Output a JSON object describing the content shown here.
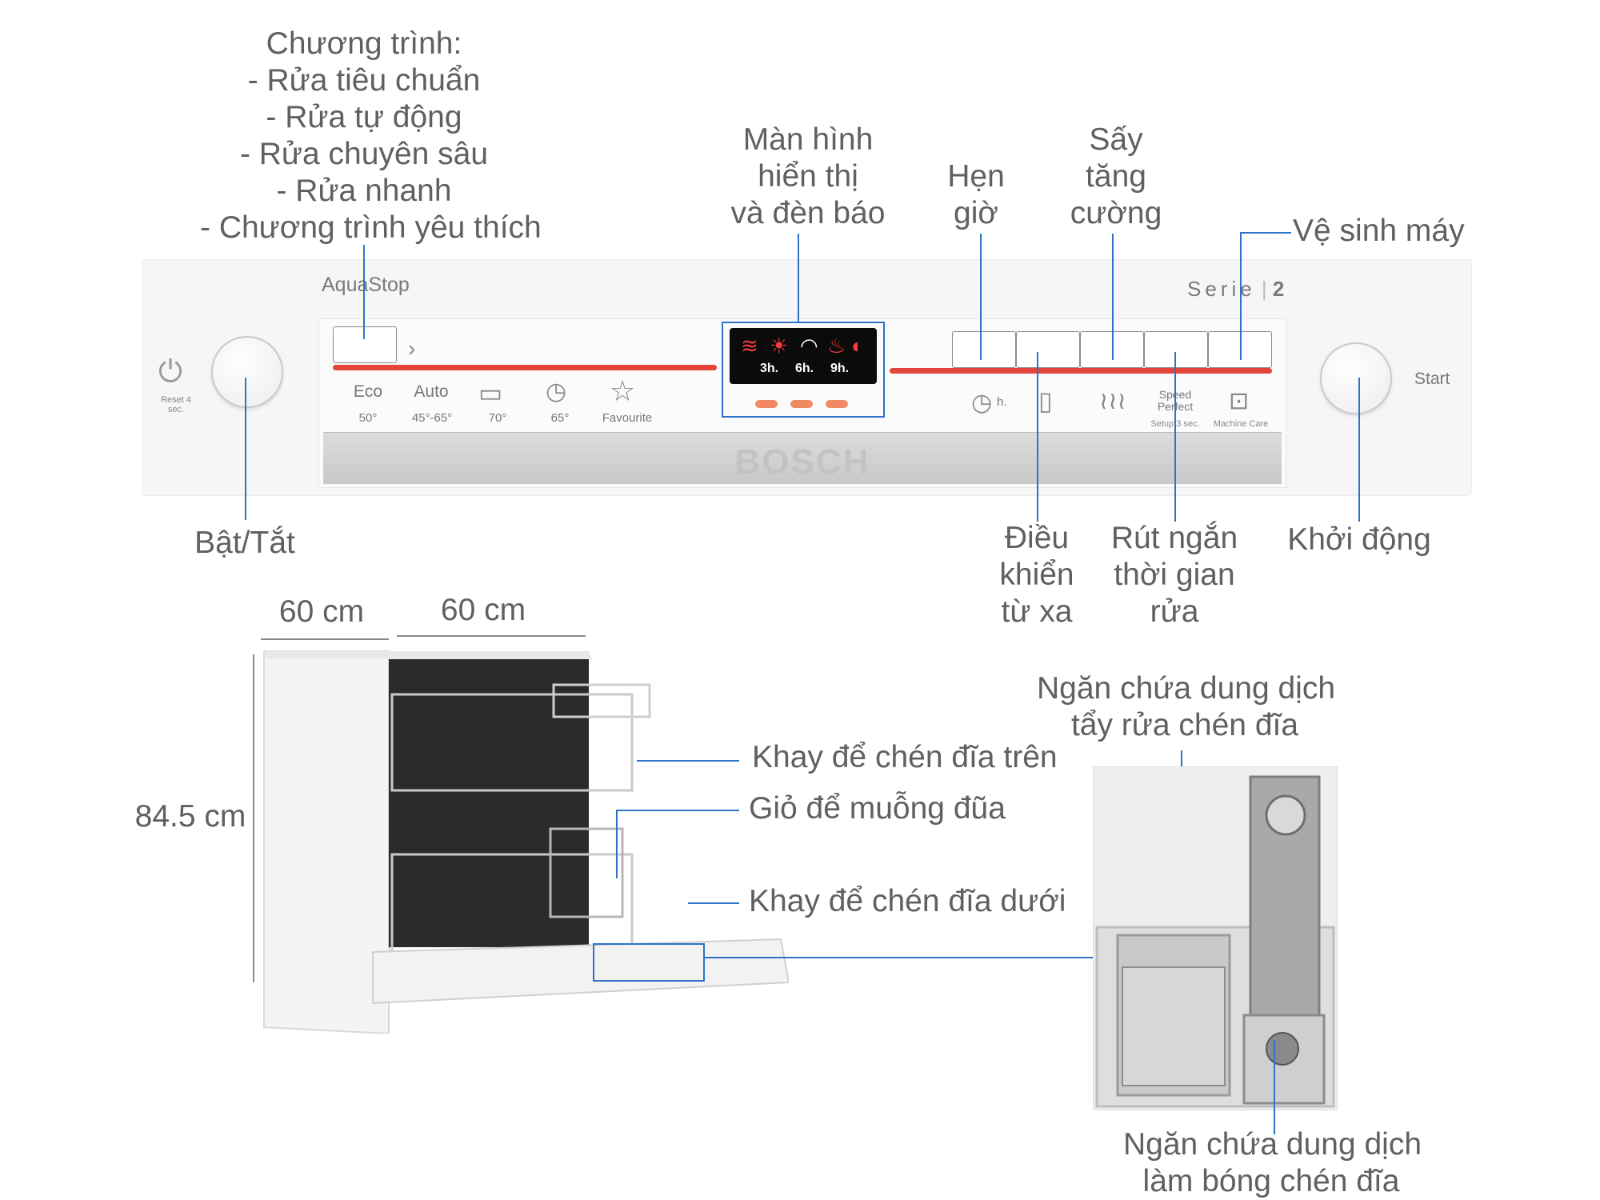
{
  "panel": {
    "brand_top": "AquaStop",
    "series": "Serie",
    "series_num": "2",
    "reset_label": "Reset 4 sec.",
    "start_label": "Start",
    "bezel_brand": "BOSCH",
    "programs": [
      {
        "name": "Eco",
        "temp": "50°"
      },
      {
        "name": "Auto",
        "temp": "45°-65°"
      },
      {
        "name": "",
        "temp": "70°"
      },
      {
        "name": "",
        "temp": "65°"
      },
      {
        "name": "",
        "temp": "Favourite"
      }
    ],
    "display_times": [
      "3h.",
      "6h.",
      "9h."
    ],
    "timer_suffix": "h.",
    "speed_label": "Speed Perfect",
    "speed_sub": "Setup 3 sec.",
    "machine_care": "Machine Care"
  },
  "callouts": {
    "programs_title": "Chương trình:",
    "program_lines": [
      "- Rửa tiêu chuẩn",
      "- Rửa tự động",
      "- Rửa chuyên sâu",
      "- Rửa nhanh",
      "- Chương trình yêu thích"
    ],
    "display": [
      "Màn hình",
      "hiển thị",
      "và đèn báo"
    ],
    "timer": [
      "Hẹn",
      "giờ"
    ],
    "extra_dry": [
      "Sấy",
      "tăng",
      "cường"
    ],
    "machine_clean": "Vệ sinh máy",
    "power": "Bật/Tắt",
    "remote": [
      "Điều",
      "khiển",
      "từ xa"
    ],
    "shorten": [
      "Rút ngắn",
      "thời gian",
      "rửa"
    ],
    "start": "Khởi động",
    "upper_rack": "Khay để chén đĩa trên",
    "cutlery": "Giỏ để muỗng đũa",
    "lower_rack": "Khay để chén đĩa dưới",
    "detergent": [
      "Ngăn chứa dung dịch",
      "tẩy rửa chén đĩa"
    ],
    "rinse_aid": [
      "Ngăn chứa dung dịch",
      "làm bóng chén đĩa"
    ]
  },
  "dimensions": {
    "width": "60 cm",
    "depth": "60 cm",
    "height": "84.5 cm"
  },
  "colors": {
    "callout_line": "#2f73c9",
    "accent_red": "#e3453c",
    "text": "#5e6064"
  }
}
